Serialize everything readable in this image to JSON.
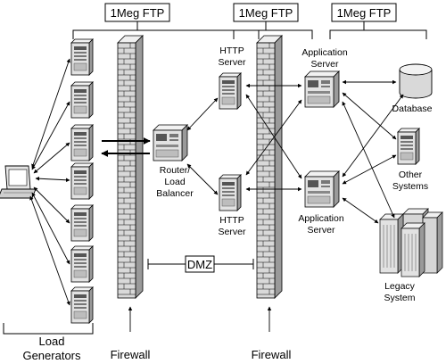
{
  "ftp_labels": [
    "1Meg FTP",
    "1Meg FTP",
    "1Meg FTP"
  ],
  "http_server_top": [
    "HTTP",
    "Server"
  ],
  "http_server_bottom": [
    "HTTP",
    "Server"
  ],
  "router": [
    "Router/",
    "Load",
    "Balancer"
  ],
  "app_server_top": [
    "Application",
    "Server"
  ],
  "app_server_bottom": [
    "Application",
    "Server"
  ],
  "database": "Database",
  "other_systems": [
    "Other",
    "Systems"
  ],
  "legacy_system": [
    "Legacy",
    "System"
  ],
  "dmz": "DMZ",
  "load_generators": [
    "Load",
    "Generators"
  ],
  "firewall_left": "Firewall",
  "firewall_right": "Firewall",
  "colors": {
    "line": "#000000",
    "machine_light": "#e6e6e6",
    "machine_dark": "#8c8c8c"
  }
}
